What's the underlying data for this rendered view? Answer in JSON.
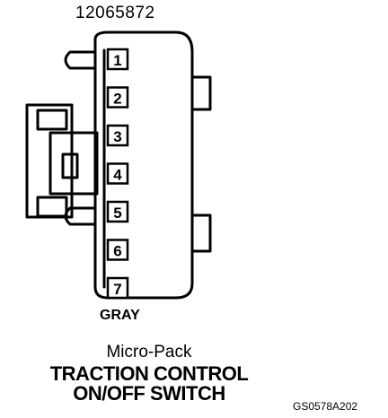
{
  "diagram": {
    "part_number": "12065872",
    "color": "GRAY",
    "connector_type": "Micro-Pack",
    "title_line_1": "TRACTION CONTROL",
    "title_line_2": "ON/OFF SWITCH",
    "figure_code": "GS0578A202",
    "pins": [
      {
        "label": "1"
      },
      {
        "label": "2"
      },
      {
        "label": "3"
      },
      {
        "label": "4"
      },
      {
        "label": "5"
      },
      {
        "label": "6"
      },
      {
        "label": "7"
      }
    ],
    "line_color": "#000000",
    "background_color": "#ffffff"
  }
}
